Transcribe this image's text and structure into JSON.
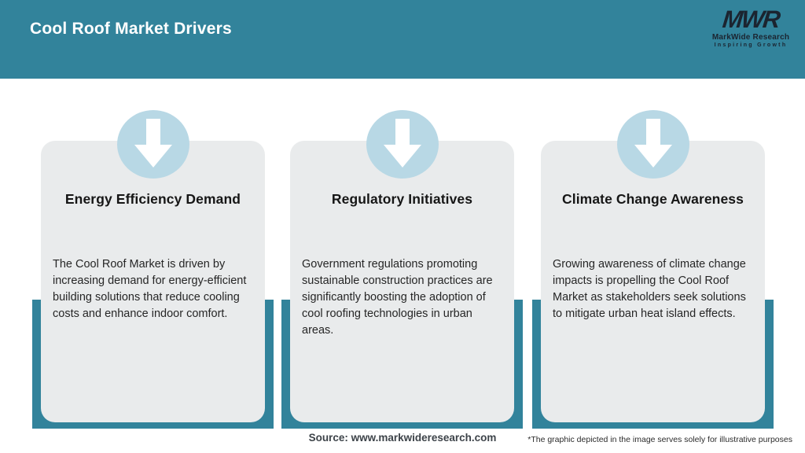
{
  "header": {
    "title": "Cool Roof Market Drivers",
    "logo": {
      "monogram": "MWR",
      "name": "MarkWide Research",
      "tagline": "Inspiring Growth"
    }
  },
  "cards": [
    {
      "icon": "down-arrow-icon",
      "title": "Energy Efficiency Demand",
      "body": "The Cool Roof Market is driven by increasing demand for energy-efficient building solutions that reduce cooling costs and enhance indoor comfort."
    },
    {
      "icon": "down-arrow-icon",
      "title": "Regulatory Initiatives",
      "body": "Government regulations promoting sustainable construction practices are significantly boosting the adoption of cool roofing technologies in urban areas."
    },
    {
      "icon": "down-arrow-icon",
      "title": "Climate Change Awareness",
      "body": "Growing awareness of climate change impacts is propelling the Cool Roof Market as stakeholders seek solutions to mitigate urban heat island effects."
    }
  ],
  "footer": {
    "source": "Source: www.markwideresearch.com",
    "disclaimer": "*The graphic depicted in the image serves solely for illustrative purposes"
  },
  "colors": {
    "header_teal": "#32839b",
    "band_teal": "#32839b",
    "card_gray": "#e9ebec",
    "circle_blue": "#b8d8e5",
    "logo_dark": "#1b2430"
  }
}
